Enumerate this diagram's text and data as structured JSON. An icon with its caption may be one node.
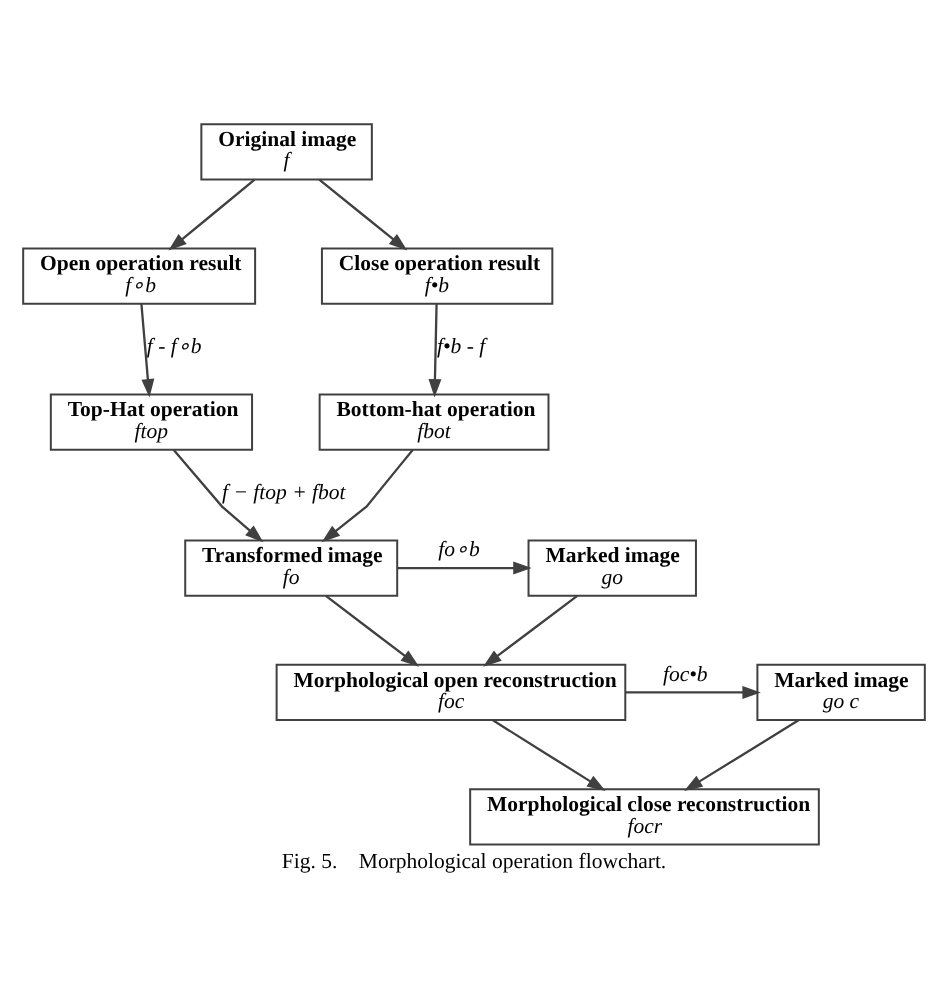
{
  "diagram": {
    "caption": "Fig. 5.    Morphological operation flowchart.",
    "nodes": [
      {
        "text": [
          "Original image",
          "f"
        ]
      },
      {
        "text": [
          "Open operation result",
          "f∘b"
        ]
      },
      {
        "text": [
          "Close operation result",
          "f•b"
        ]
      },
      {
        "text": [
          "Top-Hat operation",
          "ftop"
        ]
      },
      {
        "text": [
          "Bottom-hat operation",
          "fbot"
        ]
      },
      {
        "text": [
          "Transformed image",
          "fo"
        ]
      },
      {
        "text": [
          "Marked image",
          "go"
        ]
      },
      {
        "text": [
          "Morphological open reconstruction",
          "foc"
        ]
      },
      {
        "text": [
          "Marked image",
          "go c"
        ]
      },
      {
        "text": [
          "Morphological close reconstruction",
          "focr"
        ]
      }
    ],
    "edges": [
      {
        "from": 0,
        "to": 1,
        "arrow": "to"
      },
      {
        "from": 0,
        "to": 2,
        "arrow": "to"
      },
      {
        "from": 1,
        "to": 3,
        "arrow": "to",
        "label": "f - f∘b"
      },
      {
        "from": 2,
        "to": 4,
        "arrow": "to",
        "label": "f•b - f"
      },
      {
        "from": 3,
        "to": 5,
        "arrow": "to",
        "label": "f − ftop + fbot"
      },
      {
        "from": 4,
        "to": 5,
        "arrow": "to"
      },
      {
        "from": 5,
        "to": 6,
        "arrow": "to",
        "label": "fo∘b"
      },
      {
        "from": 6,
        "to": 7,
        "arrow": "to"
      },
      {
        "from": 5,
        "to": 7,
        "arrow": "to"
      },
      {
        "from": 7,
        "to": 8,
        "arrow": "to",
        "label": "foc•b"
      },
      {
        "from": 8,
        "to": 9,
        "arrow": "to"
      },
      {
        "from": 7,
        "to": 9,
        "arrow": "to"
      }
    ]
  }
}
